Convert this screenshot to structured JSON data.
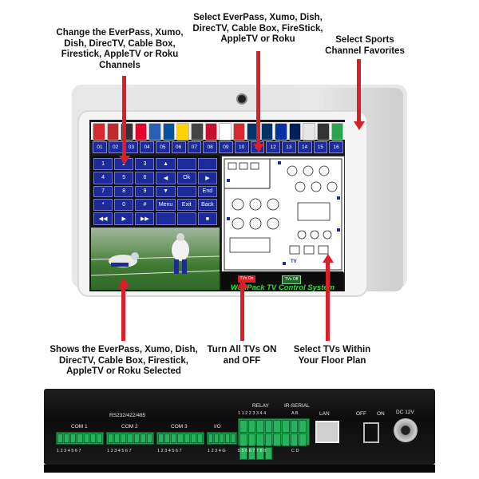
{
  "callouts": {
    "change_sources": "Change the EverPass, Xumo, Dish, DirecTV, Cable Box, Firestick, AppleTV or Roku Channels",
    "select_sources": "Select EverPass, Xumo, Dish, DirecTV, Cable Box, FireStick, AppleTV or Roku",
    "sports_favorites": "Select Sports Channel Favorites",
    "shows_selected": "Shows the EverPass, Xumo, Dish, DirecTV, Cable Box, Firestick, AppleTV or Roku Selected",
    "turn_all_tvs": "Turn All TVs ON and OFF",
    "select_tvs_floorplan": "Select TVs Within Your Floor Plan"
  },
  "tablet": {
    "source_buttons": [
      "01",
      "02",
      "03",
      "04",
      "05",
      "06",
      "07",
      "08",
      "09",
      "10",
      "11",
      "12",
      "13",
      "14",
      "15",
      "16"
    ],
    "keypad_keys": [
      "1",
      "2",
      "3",
      "▲",
      "",
      "",
      "4",
      "5",
      "6",
      "◀",
      "Ok",
      "▶",
      "7",
      "8",
      "9",
      "▼",
      "",
      "End",
      "*",
      "0",
      "#",
      "Menu",
      "Exit",
      "Back",
      "◀◀",
      "▶",
      "▶▶",
      "",
      "",
      "■"
    ],
    "tvs_on_label": "TVs On",
    "tvs_off_label": "TVs Off",
    "brand_text": "WolfPack TV Control System",
    "tv_marker": "TV"
  },
  "hardware": {
    "rs_label": "RS232/422/485",
    "com1": "COM 1",
    "com2": "COM 2",
    "com3": "COM 3",
    "io": "I/O",
    "relay": "RELAY",
    "ir_serial": "IR-SERIAL",
    "relay_pins": "1 1 2 2 3 3 4 4",
    "ir_pins": "A B",
    "lan": "LAN",
    "off": "OFF",
    "on": "ON",
    "dc": "DC 12V",
    "bottom_pins_1": "1 2 3 4 5 6 7",
    "bottom_pins_2": "1 2 3 4 5 6 7",
    "bottom_pins_3": "1 2 3 4 5 6 7",
    "bottom_pins_4": "1 2 3 4 G",
    "bottom_pins_5": "5 5 6 6 7 7 8 8",
    "bottom_pins_6": "C D"
  },
  "colors": {
    "arrow": "#d81f2a",
    "button_blue": "#1c2a9a",
    "terminal_green": "#1e9b4e",
    "brand_green": "#2fdc3c"
  },
  "logo_colors": [
    "#d7282f",
    "#c12a2a",
    "#333333",
    "#e4002b",
    "#2b5fb4",
    "#00539f",
    "#ffd200",
    "#444444",
    "#c8102e",
    "#ffffff",
    "#d7282f",
    "#013369",
    "#013369",
    "#0033a0",
    "#00205b",
    "#e6e6e6",
    "#333333",
    "#2aa44f"
  ]
}
